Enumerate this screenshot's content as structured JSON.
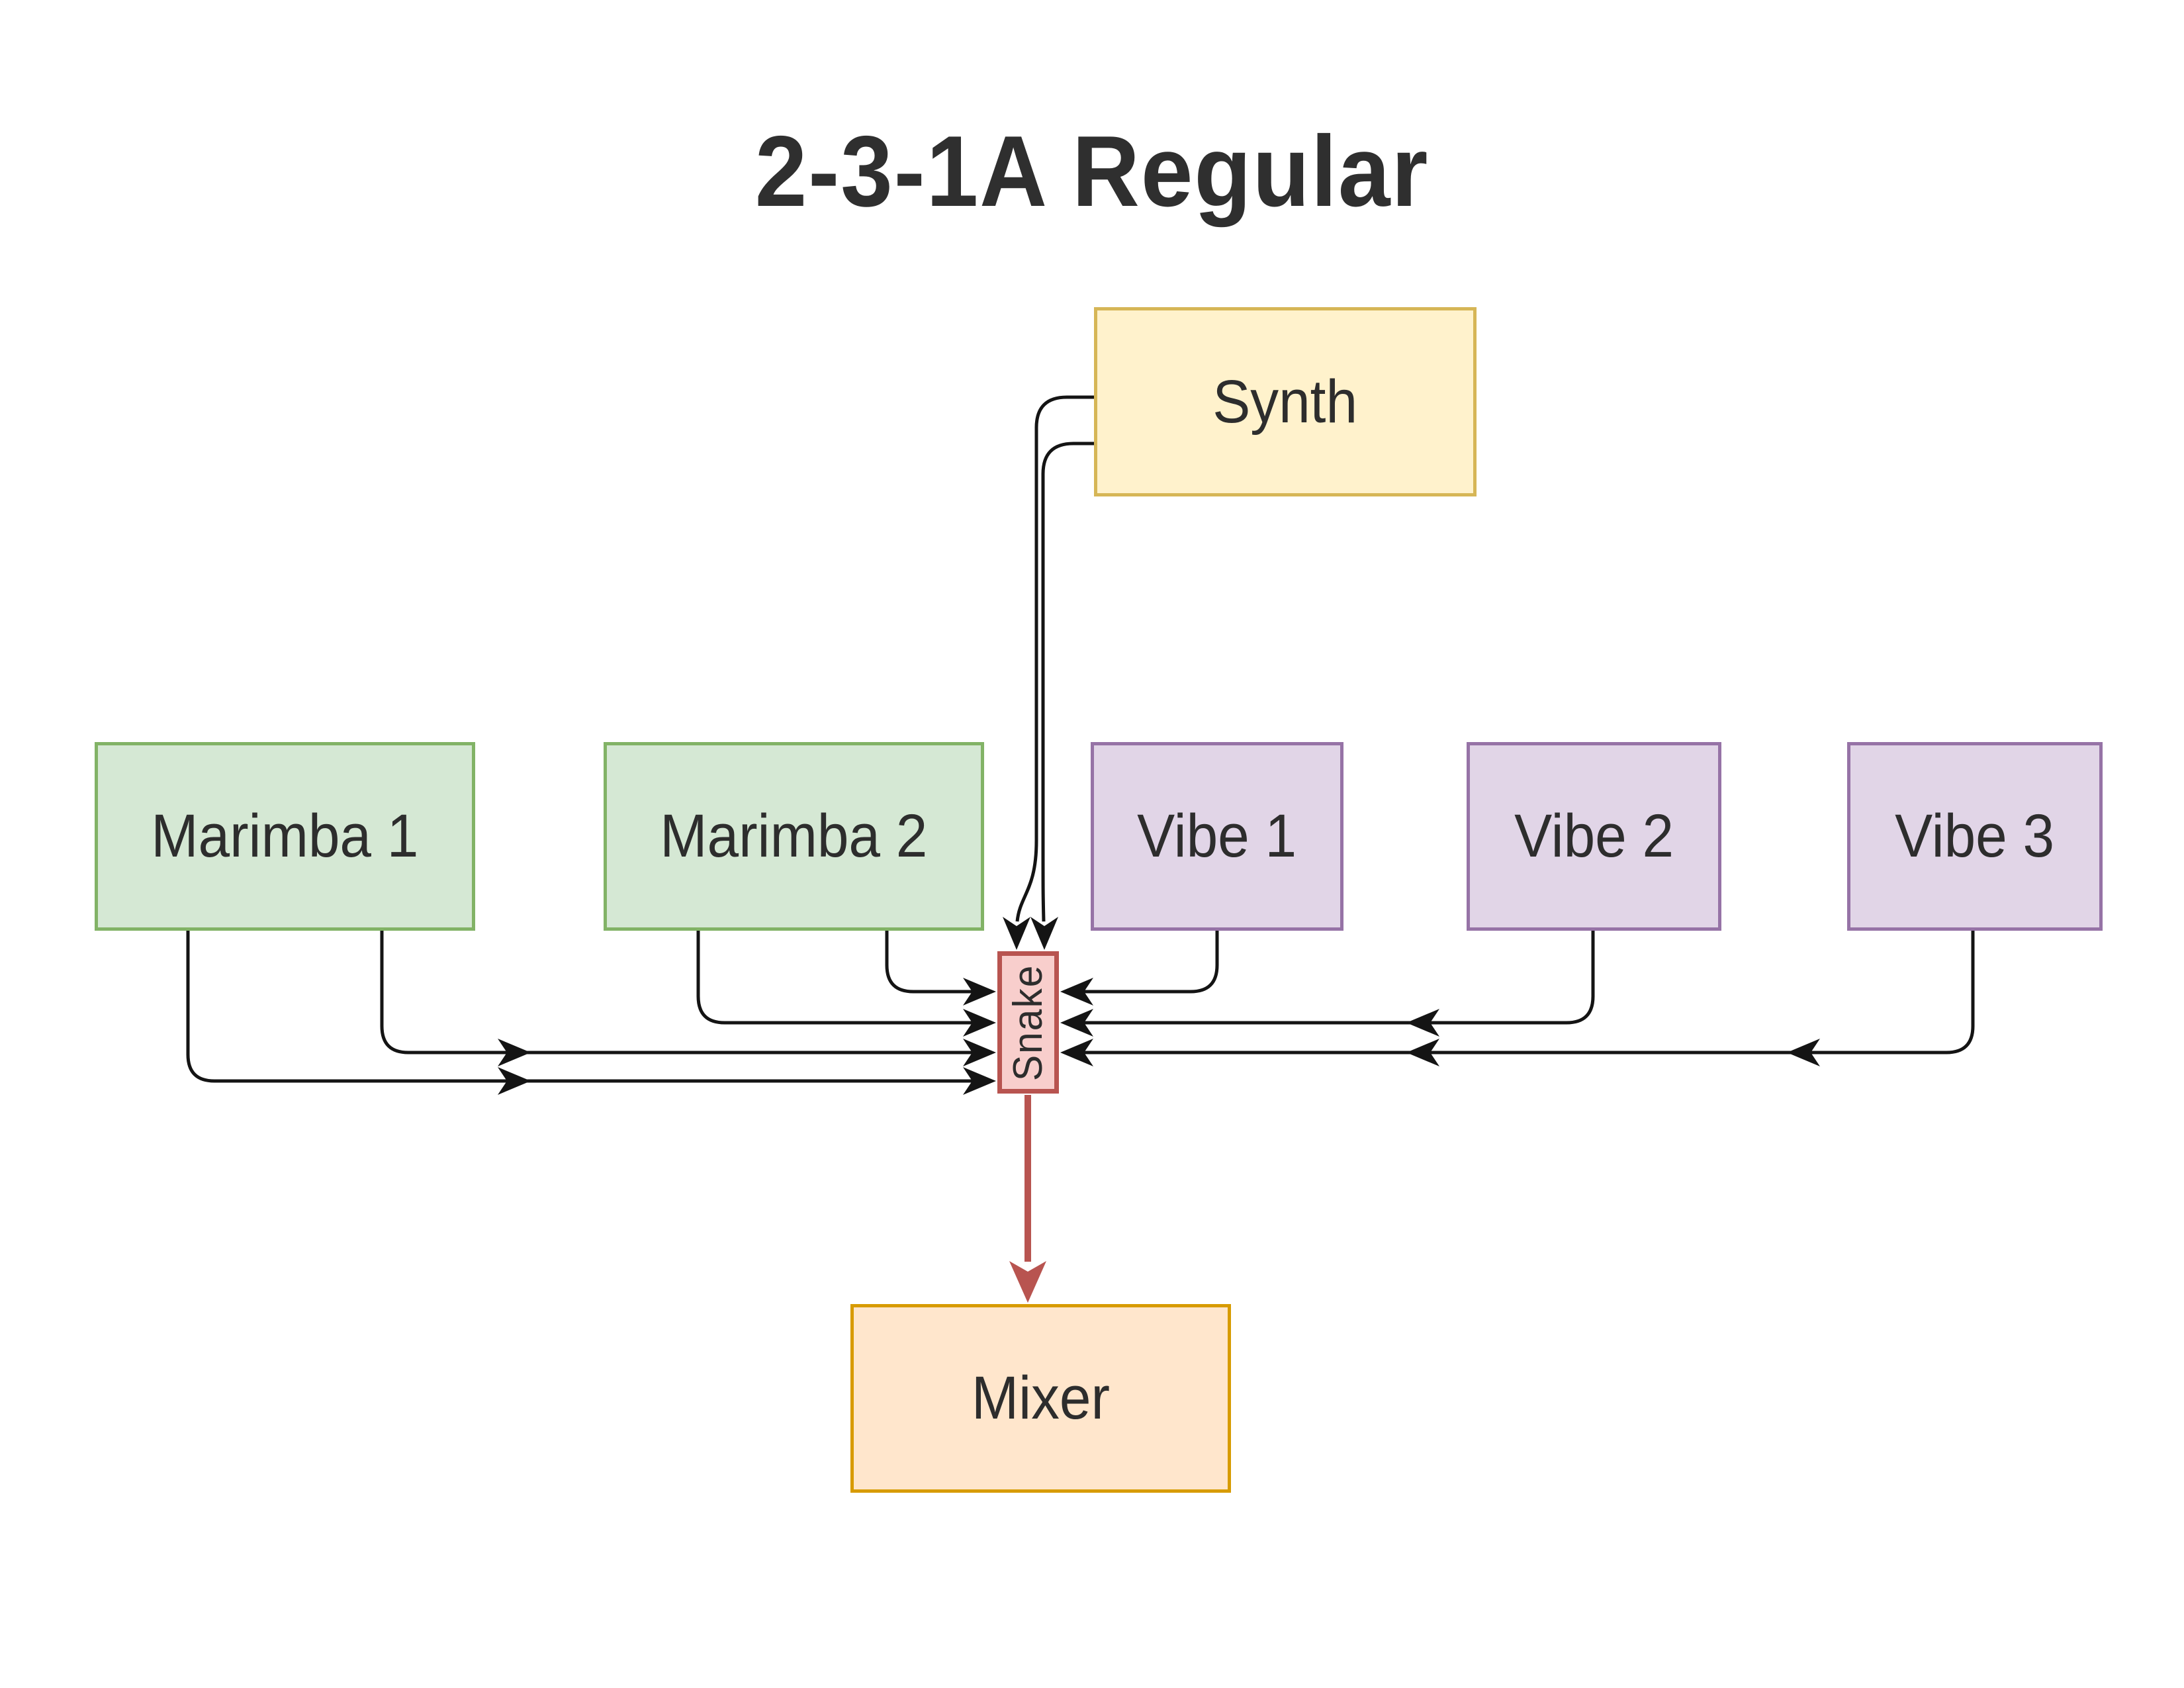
{
  "title": "2-3-1A Regular",
  "diagram": {
    "background": "#ffffff",
    "text_color": "#2d2d2d",
    "connector_color": "#141414",
    "nodes": [
      {
        "id": "synth",
        "label": "Synth",
        "fill": "#fff2cc",
        "stroke": "#d6b656"
      },
      {
        "id": "marimba1",
        "label": "Marimba 1",
        "fill": "#d5e8d4",
        "stroke": "#82b366"
      },
      {
        "id": "marimba2",
        "label": "Marimba 2",
        "fill": "#d5e8d4",
        "stroke": "#82b366"
      },
      {
        "id": "vibe1",
        "label": "Vibe 1",
        "fill": "#e1d5e7",
        "stroke": "#9673a6"
      },
      {
        "id": "vibe2",
        "label": "Vibe 2",
        "fill": "#e1d5e7",
        "stroke": "#9673a6"
      },
      {
        "id": "vibe3",
        "label": "Vibe 3",
        "fill": "#f8cecc",
        "stroke": "#9673a6"
      },
      {
        "id": "snake",
        "label": "Snake",
        "fill": "#f8cecc",
        "stroke": "#b85450"
      },
      {
        "id": "mixer",
        "label": "Mixer",
        "fill": "#ffe6cc",
        "stroke": "#d79b00"
      }
    ],
    "edges": [
      {
        "from": "Synth",
        "to": "Snake",
        "lines": 2,
        "color": "#141414"
      },
      {
        "from": "Marimba 1",
        "to": "Snake",
        "lines": 2,
        "color": "#141414"
      },
      {
        "from": "Marimba 2",
        "to": "Snake",
        "lines": 2,
        "color": "#141414"
      },
      {
        "from": "Vibe 1",
        "to": "Snake",
        "lines": 1,
        "color": "#141414"
      },
      {
        "from": "Vibe 2",
        "to": "Snake",
        "lines": 1,
        "color": "#141414"
      },
      {
        "from": "Vibe 3",
        "to": "Snake",
        "lines": 1,
        "color": "#141414"
      },
      {
        "from": "Snake",
        "to": "Mixer",
        "lines": 1,
        "color": "#b85450"
      }
    ]
  }
}
